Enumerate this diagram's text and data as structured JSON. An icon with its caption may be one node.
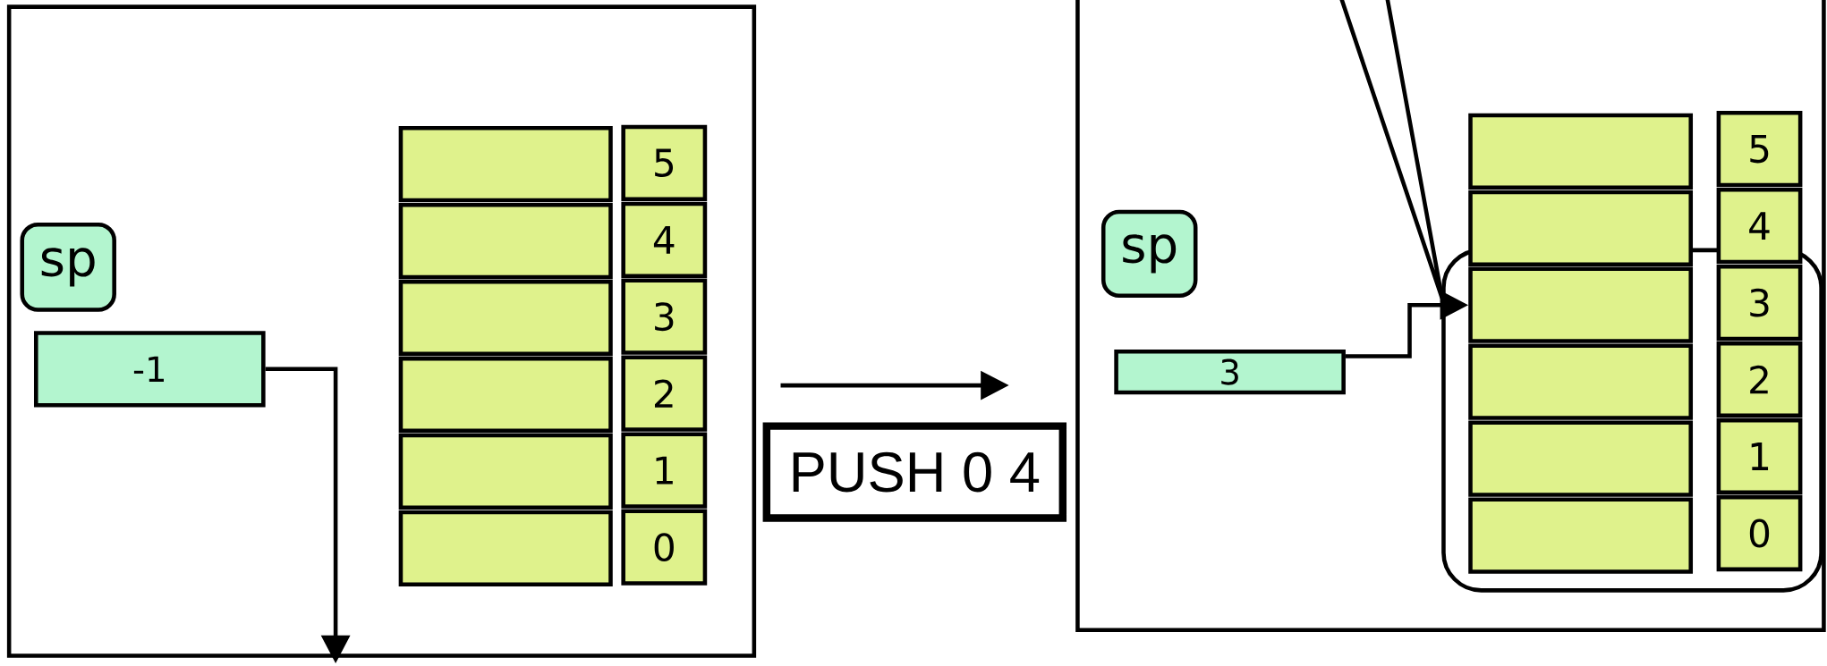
{
  "diagram": {
    "nodes": [
      {
        "text": [],
        "shape": "box"
      },
      {
        "text": [
          "sp"
        ],
        "in": 0
      },
      {
        "text": [
          "-1"
        ],
        "in": 0
      },
      {
        "text": [],
        "shape": "box",
        "in": 0
      },
      {
        "text": [],
        "shape": "box",
        "in": 0
      },
      {
        "text": [],
        "shape": "box",
        "in": 0
      },
      {
        "text": [],
        "shape": "box",
        "in": 0
      },
      {
        "text": [],
        "shape": "box",
        "in": 0
      },
      {
        "text": [],
        "shape": "box",
        "in": 0
      },
      {
        "text": [
          "5"
        ],
        "in": 0
      },
      {
        "text": [
          "4"
        ],
        "in": 0
      },
      {
        "text": [
          "3"
        ],
        "in": 0
      },
      {
        "text": [
          "2"
        ],
        "in": 0
      },
      {
        "text": [
          "1"
        ],
        "in": 0
      },
      {
        "text": [
          "0"
        ],
        "in": 0
      },
      {
        "text": [
          "PUSH 0 4"
        ]
      },
      {
        "text": [],
        "shape": "box"
      },
      {
        "text": [
          "sp"
        ],
        "in": 16
      },
      {
        "text": [
          "3"
        ],
        "in": 16
      },
      {
        "text": [],
        "shape": "box",
        "in": 16
      },
      {
        "text": [],
        "shape": "box",
        "in": 16
      },
      {
        "text": [],
        "shape": "box",
        "in": 16
      },
      {
        "text": [],
        "shape": "box",
        "in": 19
      },
      {
        "text": [],
        "shape": "box",
        "in": 19
      },
      {
        "text": [],
        "shape": "box",
        "in": 19
      },
      {
        "text": [],
        "shape": "box",
        "in": 19
      },
      {
        "text": [
          "5"
        ],
        "in": 16
      },
      {
        "text": [
          "4"
        ],
        "in": 16
      },
      {
        "text": [
          "3"
        ],
        "in": 19
      },
      {
        "text": [
          "2"
        ],
        "in": 19
      },
      {
        "text": [
          "1"
        ],
        "in": 19
      },
      {
        "text": [
          "0"
        ],
        "in": 19
      }
    ],
    "edges": [
      {
        "from": 2,
        "to": null,
        "arrow": "to"
      },
      {
        "from": 18,
        "to": 22,
        "arrow": "to"
      },
      {
        "from": null,
        "to": 19,
        "arrow": "none"
      }
    ]
  }
}
